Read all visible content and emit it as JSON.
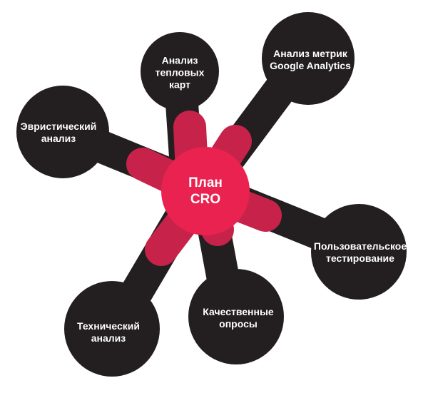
{
  "colors": {
    "node_fill": "#231f20",
    "arm_red": "#c7234a",
    "hub_red": "#ea2250",
    "text": "#ffffff"
  },
  "center": {
    "lines": [
      "План",
      "CRO"
    ]
  },
  "nodes": [
    {
      "id": "heatmap",
      "lines": [
        "Анализ",
        "тепловых",
        "карт"
      ]
    },
    {
      "id": "google-analytics",
      "lines": [
        "Анализ метрик",
        "Google Analytics"
      ]
    },
    {
      "id": "heuristic",
      "lines": [
        "Эвристический",
        "анализ"
      ]
    },
    {
      "id": "user-testing",
      "lines": [
        "Пользовательское",
        "тестирование"
      ]
    },
    {
      "id": "technical",
      "lines": [
        "Технический",
        "анализ"
      ]
    },
    {
      "id": "surveys",
      "lines": [
        "Качественные",
        "опросы"
      ]
    }
  ]
}
